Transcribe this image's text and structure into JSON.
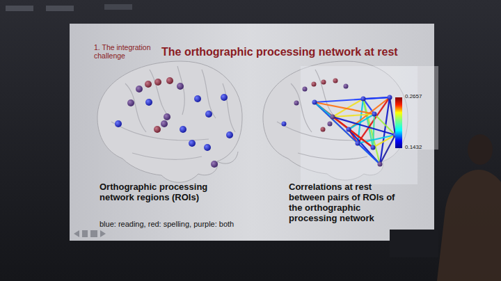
{
  "diagram": {
    "title": "The orthographic processing network at rest",
    "labels": [
      "1. The integration challenge",
      "Orthographic processing network regions (ROIs)",
      "blue: reading, red: spelling, purple: both",
      "Correlations at rest between pairs of ROIs of the orthographic processing network",
      "0.2657",
      "0.1432"
    ]
  }
}
